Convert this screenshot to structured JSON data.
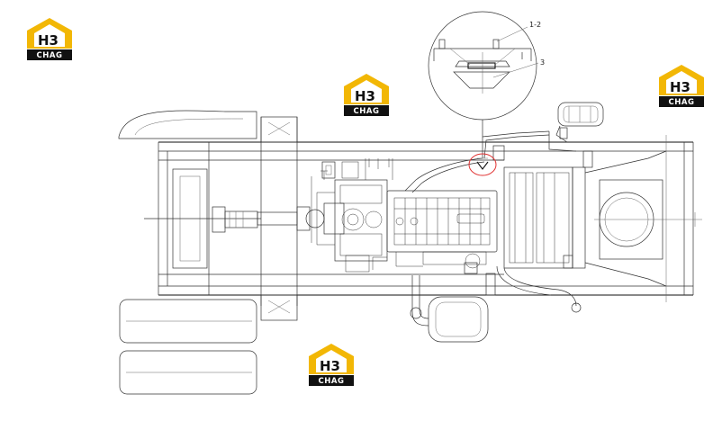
{
  "logo": {
    "mark": "H3",
    "word": "CHAG"
  },
  "callouts": {
    "c1": "1-2",
    "c2": "3"
  },
  "colors": {
    "logo_yellow": "#f2b705",
    "logo_black": "#111111",
    "highlight_red": "#e03030"
  }
}
